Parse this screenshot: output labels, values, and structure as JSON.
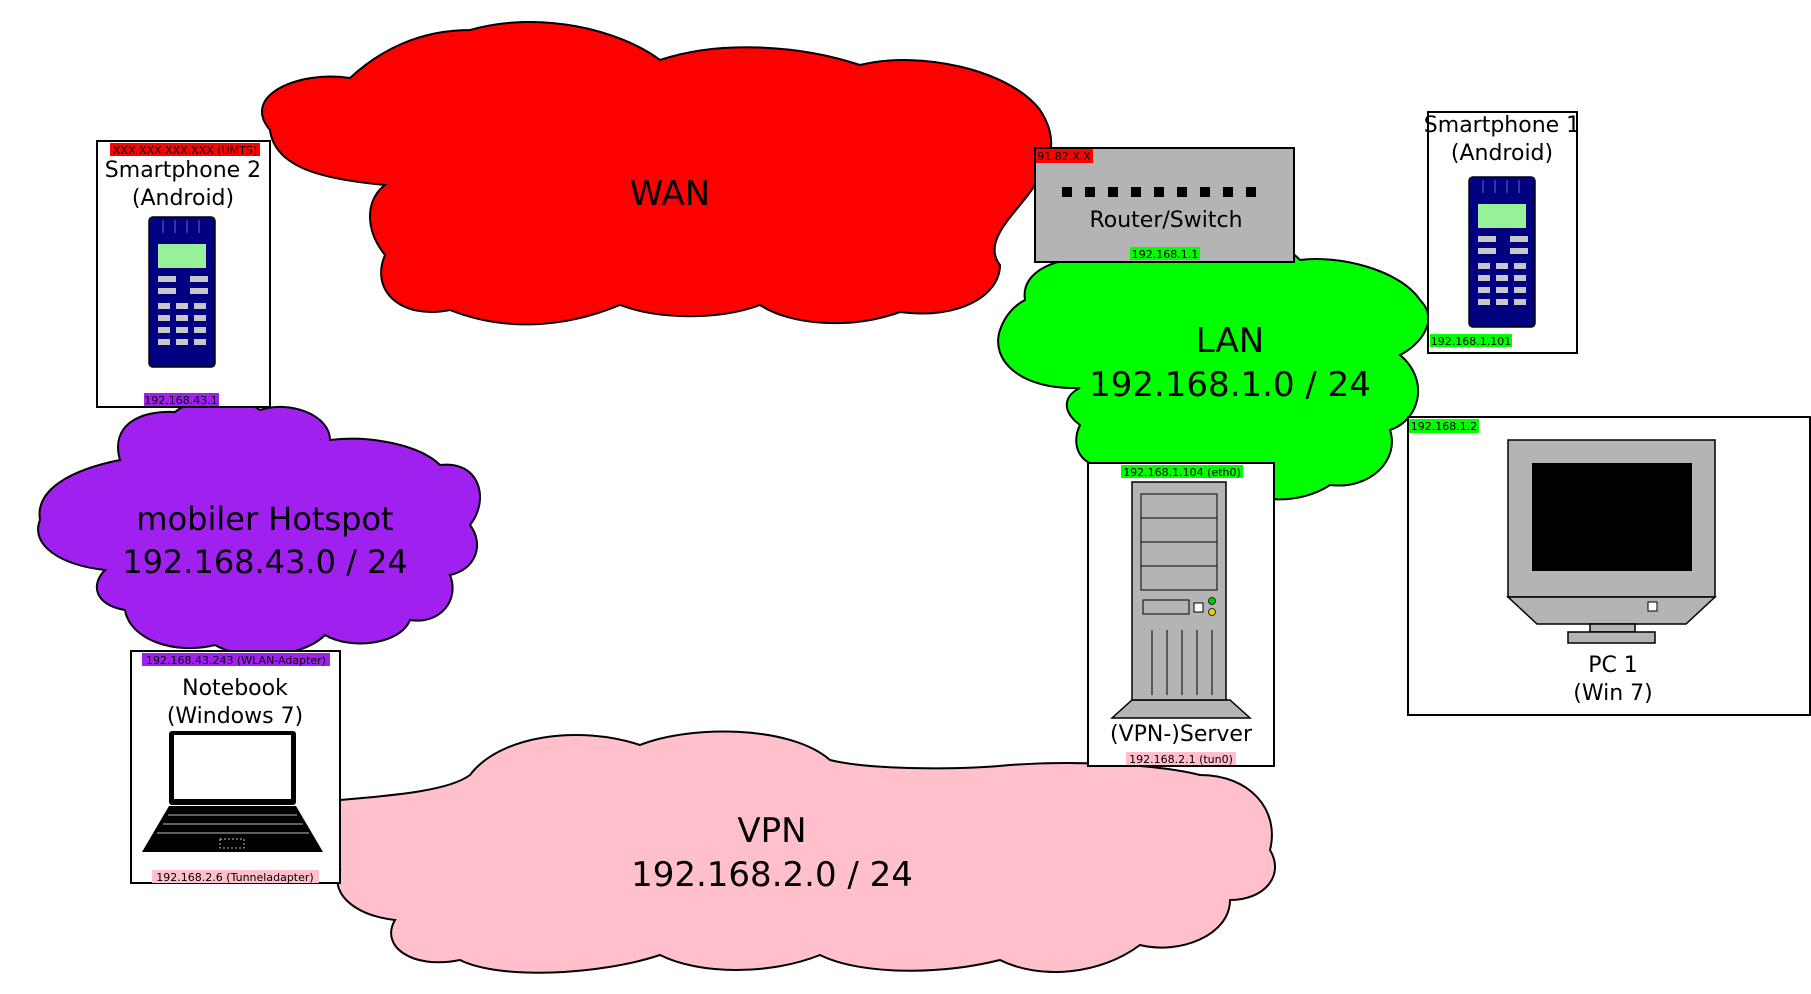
{
  "clouds": {
    "wan": {
      "name": "WAN",
      "color": "#ff0000"
    },
    "lan": {
      "name": "LAN",
      "subnet": "192.168.1.0 / 24",
      "color": "#00ff00"
    },
    "hotspot": {
      "name": "mobiler Hotspot",
      "subnet": "192.168.43.0 / 24",
      "color": "#a020f0"
    },
    "vpn": {
      "name": "VPN",
      "subnet": "192.168.2.0 / 24",
      "color": "#ffc0cb"
    }
  },
  "devices": {
    "smartphone2": {
      "line1": "Smartphone 2",
      "line2": "(Android)",
      "ip_top": "XXX.XXX.XXX.XXX (UMTS)",
      "ip_bottom": "192.168.43.1"
    },
    "router": {
      "label": "Router/Switch",
      "ip_wan": "91.82.X.X",
      "ip_lan": "192.168.1.1"
    },
    "smartphone1": {
      "line1": "Smartphone 1",
      "line2": "(Android)",
      "ip": "192.168.1.101"
    },
    "pc1": {
      "line1": "PC 1",
      "line2": "(Win 7)",
      "ip": "192.168.1.2"
    },
    "server": {
      "label": "(VPN-)Server",
      "ip_eth0": "192.168.1.104 (eth0)",
      "ip_tun0": "192.168.2.1 (tun0)"
    },
    "notebook": {
      "line1": "Notebook",
      "line2": "(Windows 7)",
      "ip_wlan": "192.168.43.243 (WLAN-Adapter)",
      "ip_tunnel": "192.168.2.6 (Tunneladapter)"
    }
  },
  "label_colors": {
    "wan_ip": "#ff0000",
    "lan_ip": "#00ff00",
    "hotspot_ip": "#a020f0",
    "vpn_ip": "#ffc0cb"
  }
}
